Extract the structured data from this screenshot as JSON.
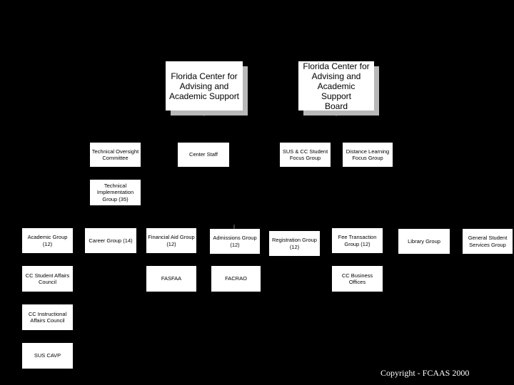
{
  "top_boxes": {
    "center": "Florida Center for\nAdvising and\nAcademic Support",
    "board": "Florida Center for\nAdvising and\nAcademic Support\nBoard"
  },
  "tier2": {
    "tech_oversight": "Technical Oversight\nCommittee",
    "center_staff": "Center Staff",
    "sus_cc_focus": "SUS & CC Student\nFocus Group",
    "distance_learning": "Distance Learning\nFocus Group"
  },
  "tech_impl": "Technical\nImplementation\nGroup (35)",
  "groups": {
    "academic": "Academic Group\n(12)",
    "career": "Career Group (14)",
    "financial_aid": "Financial Aid Group\n(12)",
    "admissions": "Admissions Group\n(12)",
    "registration": "Registration Group\n(12)",
    "fee_transaction": "Fee Transaction\nGroup (12)",
    "library": "Library Group",
    "general_student": "General Student\nServices Group"
  },
  "sub_groups": {
    "cc_student_affairs": "CC Student Affairs\nCouncil",
    "cc_instructional": "CC Instructional\nAffairs Council",
    "sus_cavp": "SUS CAVP",
    "fasfaa": "FASFAA",
    "facrao": "FACRAO",
    "cc_business": "CC Business\nOffices"
  },
  "copyright": "Copyright - FCAAS 2000"
}
